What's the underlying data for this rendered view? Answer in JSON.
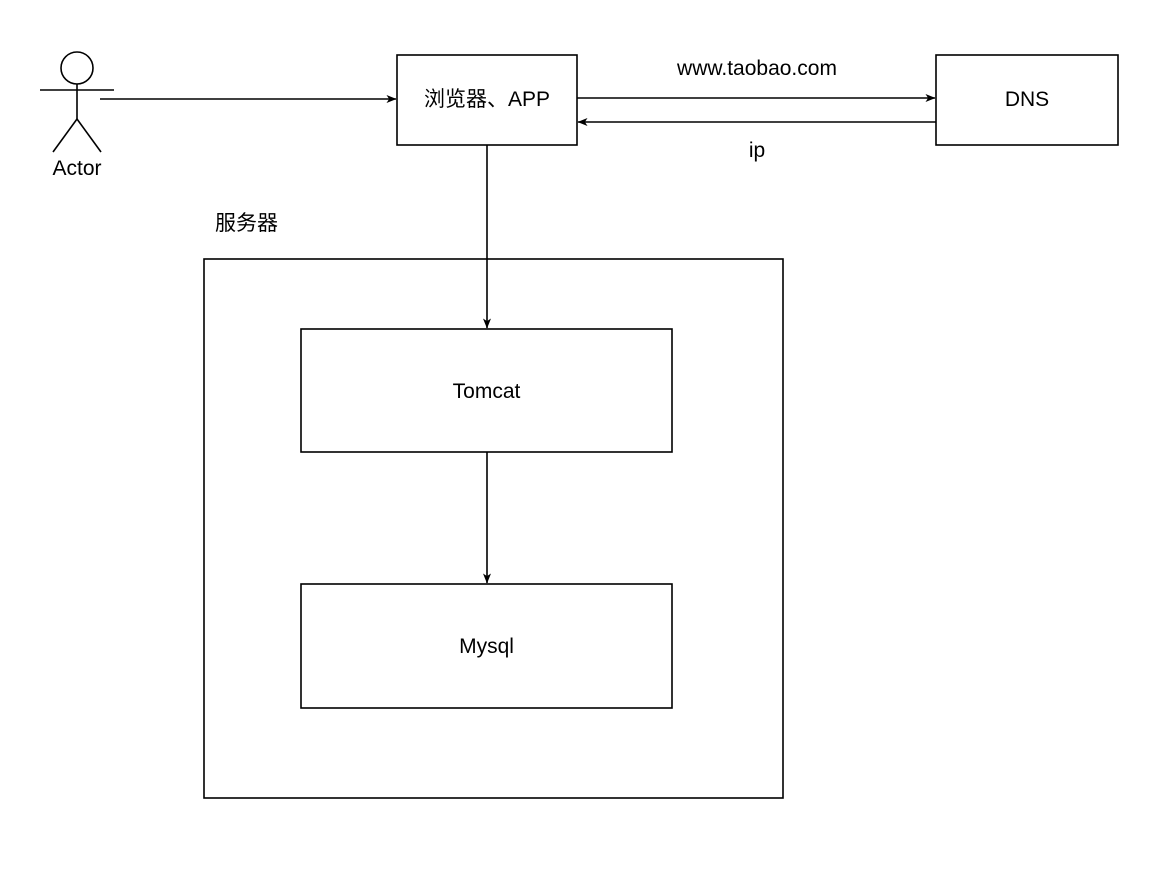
{
  "diagram": {
    "title": "Web request flow diagram",
    "background_color": "#ffffff",
    "stroke_color": "#000000",
    "text_color": "#000000",
    "nodes": {
      "actor": {
        "label": "Actor",
        "icon": "stick-figure-actor-icon"
      },
      "browser": {
        "label": "浏览器、APP"
      },
      "dns": {
        "label": "DNS"
      },
      "server_group": {
        "label": "服务器"
      },
      "tomcat": {
        "label": "Tomcat"
      },
      "mysql": {
        "label": "Mysql"
      }
    },
    "edges": [
      {
        "id": "actor-to-browser",
        "from": "actor",
        "to": "browser",
        "label": "",
        "direction": "right"
      },
      {
        "id": "browser-to-dns",
        "from": "browser",
        "to": "dns",
        "label": "www.taobao.com",
        "direction": "right"
      },
      {
        "id": "dns-to-browser",
        "from": "dns",
        "to": "browser",
        "label": "ip",
        "direction": "left"
      },
      {
        "id": "browser-to-tomcat",
        "from": "browser",
        "to": "tomcat",
        "label": "",
        "direction": "down"
      },
      {
        "id": "tomcat-to-mysql",
        "from": "tomcat",
        "to": "mysql",
        "label": "",
        "direction": "down"
      }
    ]
  }
}
